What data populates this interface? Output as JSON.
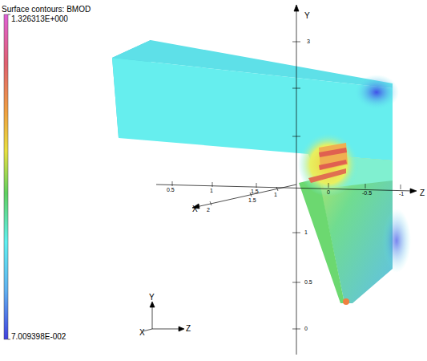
{
  "diagram": {
    "labels": [
      "Surface contours: BMOD",
      "1.326313E+000",
      "7.009398E-002",
      "Y",
      "3",
      "1",
      "0.5",
      "0",
      "Z",
      "0",
      "-0.5",
      "-1",
      "0.5",
      "1",
      "1.5",
      "2",
      "1.5",
      "1",
      "X",
      "Y",
      "Z",
      "X"
    ]
  }
}
